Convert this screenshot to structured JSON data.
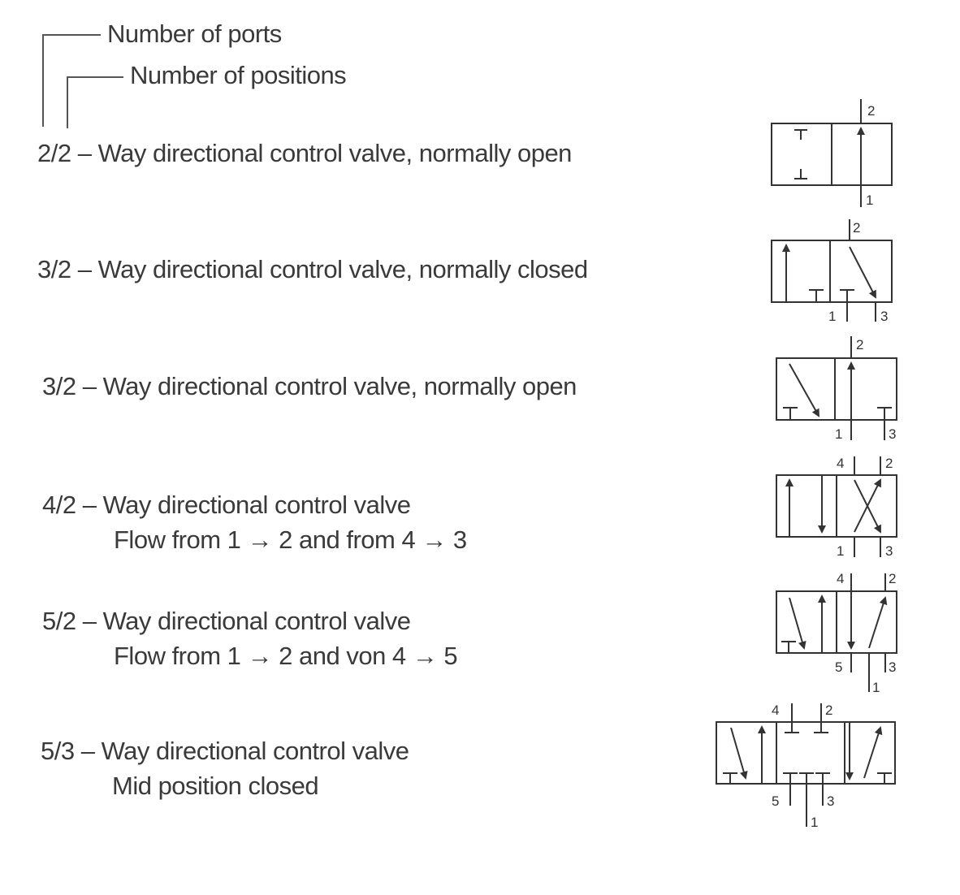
{
  "legend": {
    "ports_label": "Number of ports",
    "positions_label": "Number of positions"
  },
  "valves": [
    {
      "code": "2/2",
      "title": "Way directional control valve, normally open",
      "subtitle": ""
    },
    {
      "code": "3/2",
      "title": "Way directional control valve, normally closed",
      "subtitle": ""
    },
    {
      "code": "3/2",
      "title": "Way directional control valve, normally open",
      "subtitle": ""
    },
    {
      "code": "4/2",
      "title": "Way directional control valve",
      "subtitle": "Flow from 1 → 2 and from 4 → 3"
    },
    {
      "code": "5/2",
      "title": "Way directional control valve",
      "subtitle": "Flow from 1 → 2 and von 4 → 5"
    },
    {
      "code": "5/3",
      "title": "Way directional control valve",
      "subtitle": "Mid position closed"
    }
  ],
  "port_labels": {
    "p1": "1",
    "p2": "2",
    "p3": "3",
    "p4": "4",
    "p5": "5"
  }
}
